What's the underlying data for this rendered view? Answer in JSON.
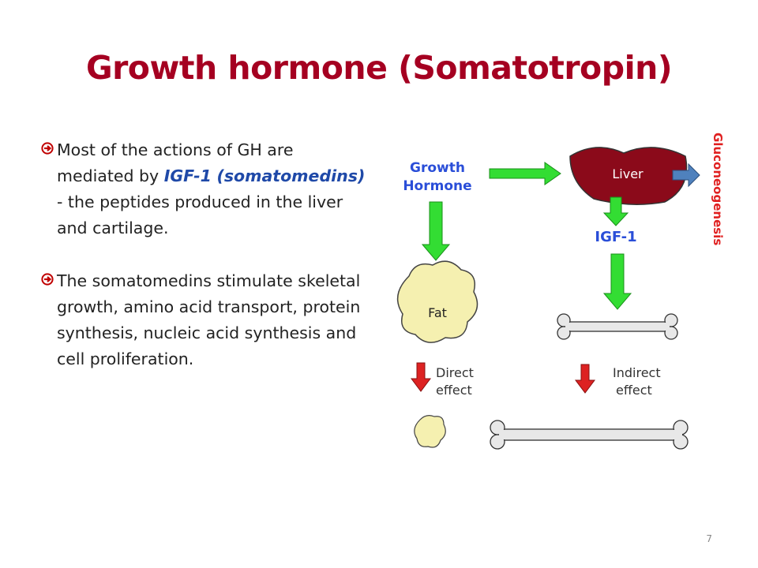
{
  "slide": {
    "title": "Growth hormone (Somatotropin)",
    "page_number": "7"
  },
  "bullets": [
    {
      "t1": "Most of the actions of GH are mediated by ",
      "hl1": "IGF-1",
      "t2": " ",
      "hl2": "(somatomedins)",
      "t3": " - the peptides produced in the liver and cartilage."
    },
    {
      "text": "The somatomedins stimulate skeletal growth, amino acid transport, protein synthesis, nucleic acid synthesis and cell proliferation."
    }
  ],
  "diagram": {
    "gh_line1": "Growth",
    "gh_line2": "Hormone",
    "liver": "Liver",
    "igf": "IGF-1",
    "fat": "Fat",
    "direct_line1": "Direct",
    "direct_line2": "effect",
    "indirect_line1": "Indirect",
    "indirect_line2": "effect",
    "gluconeogenesis": "Gluconeogenesis"
  },
  "colors": {
    "title": "#a50021",
    "highlight": "#1f49a8",
    "green_arrow": "#33dd33",
    "red_arrow": "#dd2222",
    "liver": "#8b0a1a",
    "fat": "#f5f0b0",
    "bone": "#e8e8e8",
    "gluconeogenesis": "#e02020"
  }
}
